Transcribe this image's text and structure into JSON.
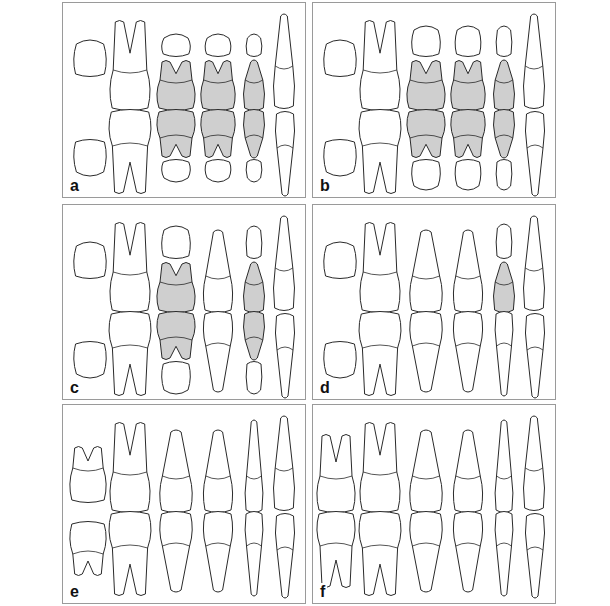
{
  "diagram": {
    "nodes": [
      {
        "text": [
          "a"
        ]
      },
      {
        "text": [
          "b"
        ]
      },
      {
        "text": [
          "c"
        ]
      },
      {
        "text": [
          "d"
        ]
      },
      {
        "text": [
          "e"
        ]
      },
      {
        "text": [
          "f"
        ]
      }
    ]
  }
}
